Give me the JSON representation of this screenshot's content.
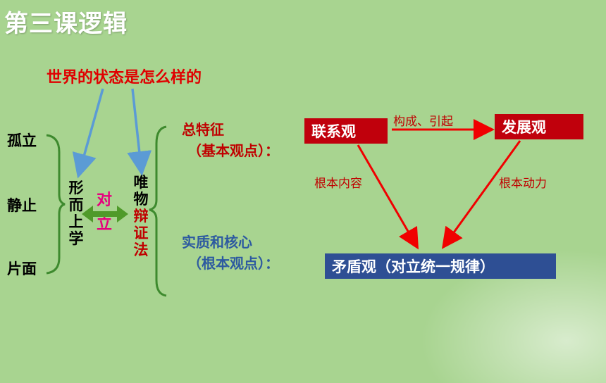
{
  "title": "第三课逻辑",
  "question": "世界的状态是怎么样的",
  "states": [
    "孤立",
    "静止",
    "片面"
  ],
  "metaphysics": "形而上学",
  "opposition": "对立",
  "dialectics": {
    "part1": "唯物",
    "part2": "辩证法"
  },
  "general_feature": {
    "line1": "总特征",
    "line2": "（基本观点）："
  },
  "essence": {
    "line1": "实质和核心",
    "line2": "（根本观点）："
  },
  "boxes": {
    "connection": "联系观",
    "development": "发展观",
    "contradiction": "矛盾观（对立统一规律）"
  },
  "arrow_labels": {
    "top": "构成、引起",
    "left": "根本内容",
    "right": "根本动力"
  },
  "colors": {
    "background": "#a8d490",
    "red": "#e00000",
    "dark_red_box": "#c0000c",
    "blue_box": "#2e4f94",
    "blue_text": "#2d5aa0",
    "green_brace": "#3e8a2e",
    "light_blue_arrow": "#5b9bd5",
    "pink": "#e6007e"
  }
}
